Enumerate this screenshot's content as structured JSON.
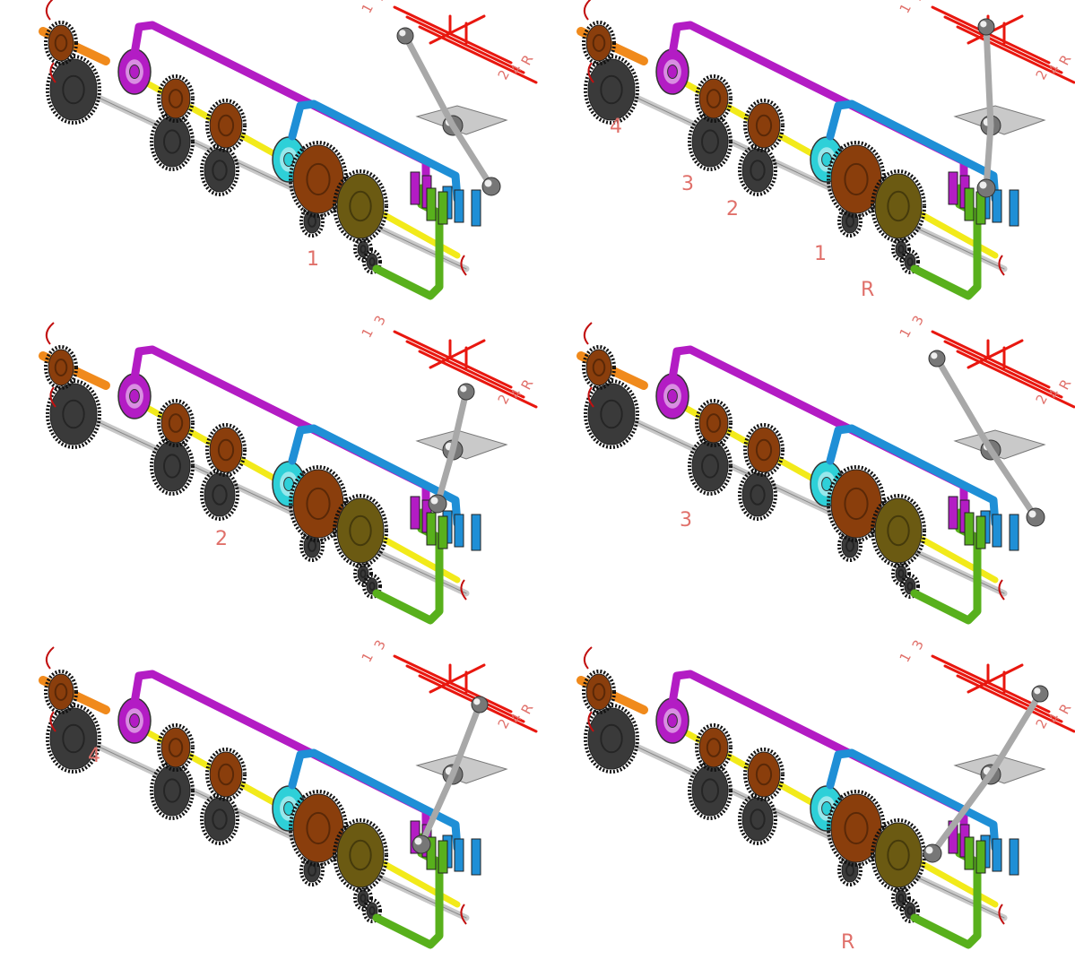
{
  "shift_pattern_labels": {
    "top_left": "1",
    "top_right": "3",
    "bottom_left": "2",
    "bottom_mid": "4",
    "bottom_right": "R"
  },
  "panels": [
    {
      "id": "p1",
      "lever": "1",
      "labels": [
        "1"
      ]
    },
    {
      "id": "p2",
      "lever": "N",
      "labels": [
        "4",
        "3",
        "2",
        "1",
        "R"
      ]
    },
    {
      "id": "p3",
      "lever": "2",
      "labels": [
        "2"
      ]
    },
    {
      "id": "p4",
      "lever": "3",
      "labels": [
        "3"
      ]
    },
    {
      "id": "p5",
      "lever": "4",
      "labels": [
        "4"
      ]
    },
    {
      "id": "p6",
      "lever": "R",
      "labels": [
        "R"
      ]
    }
  ],
  "colors": {
    "input_shaft": "#f08a1c",
    "main_shaft": "#f2ea1a",
    "counter_shaft": "#c8c8c8",
    "gear_dark": "#3a3a3a",
    "gear_bronze": "#8a3e0c",
    "gear_olive": "#6b5a12",
    "fork_1_2": "#1f8fd6",
    "fork_3_4": "#b31cc4",
    "fork_r": "#58b01c",
    "pattern": "#e8170f",
    "label": "#e0706a",
    "lever": "#a8a8a8"
  }
}
